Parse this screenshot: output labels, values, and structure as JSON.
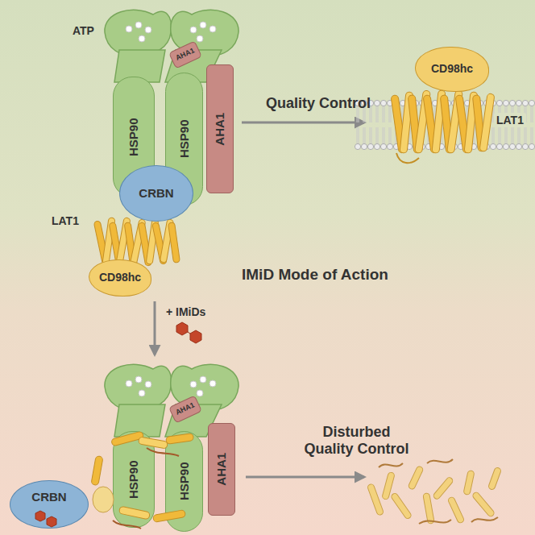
{
  "diagram": {
    "nodes": [
      {
        "text": [
          "AHA1"
        ]
      },
      {
        "text": [
          "HSP90"
        ]
      },
      {
        "text": [
          "HSP90"
        ]
      },
      {
        "text": [
          "AHA1"
        ]
      },
      {
        "text": [
          "CRBN"
        ]
      },
      {
        "text": [
          "CD98hc"
        ]
      },
      {
        "text": [
          "CD98hc"
        ]
      },
      {
        "text": [
          "AHA1"
        ]
      },
      {
        "text": [
          "HSP90"
        ]
      },
      {
        "text": [
          "HSP90"
        ]
      },
      {
        "text": [
          "AHA1"
        ]
      },
      {
        "text": [
          "CRBN"
        ]
      }
    ],
    "labels": [
      "ATP",
      "LAT1",
      "Quality Control",
      "LAT1",
      "+ IMiDs",
      "IMiD Mode of Action",
      "Disturbed Quality Control"
    ]
  }
}
